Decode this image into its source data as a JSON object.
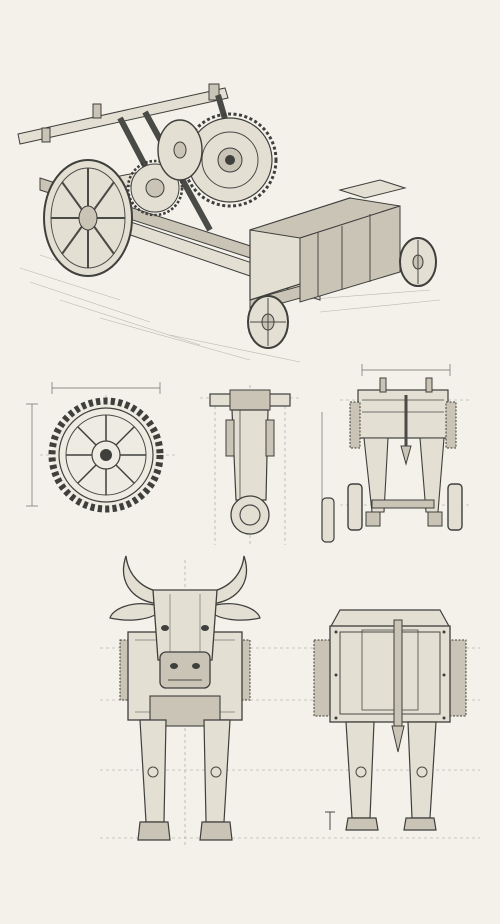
{
  "sheet": {
    "background": "#f3f1ea",
    "ink": "#4a4a47",
    "wood_shade": "#c9c4b6"
  },
  "views": [
    {
      "name": "cart-isometric-view",
      "kind": "isometric drawing"
    },
    {
      "name": "gear-wheel-detail",
      "kind": "detail drawing"
    },
    {
      "name": "lever-arm-detail",
      "kind": "detail drawing"
    },
    {
      "name": "cart-front-elevation",
      "kind": "elevation drawing"
    },
    {
      "name": "ox-front-elevation",
      "kind": "elevation drawing"
    },
    {
      "name": "ox-rear-elevation",
      "kind": "elevation drawing"
    }
  ]
}
